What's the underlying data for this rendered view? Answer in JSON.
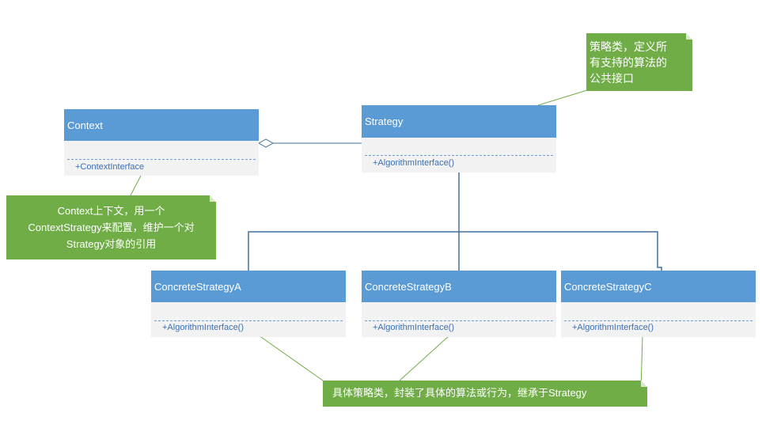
{
  "classes": {
    "context": {
      "name": "Context",
      "method": "+ContextInterface"
    },
    "strategy": {
      "name": "Strategy",
      "method": "+AlgorithmInterface()"
    },
    "concrete_a": {
      "name": "ConcreteStrategyA",
      "method": "+AlgorithmInterface()"
    },
    "concrete_b": {
      "name": "ConcreteStrategyB",
      "method": "+AlgorithmInterface()"
    },
    "concrete_c": {
      "name": "ConcreteStrategyC",
      "method": "+AlgorithmInterface()"
    }
  },
  "notes": {
    "strategy_note": {
      "lines": [
        "策略类，定义所",
        "有支持的算法的",
        "公共接口"
      ]
    },
    "context_note": {
      "lines": [
        "Context上下文，用一个",
        "ContextStrategy来配置，维护一个对",
        "Strategy对象的引用"
      ]
    },
    "concrete_note": {
      "lines": [
        "具体策略类，封装了具体的算法或行为，继承于Strategy"
      ]
    }
  },
  "colors": {
    "class_header": "#5b9bd5",
    "class_body": "#f2f2f2",
    "note_fill": "#70ad47",
    "connector": "#41719c",
    "note_connector": "#70ad47"
  }
}
